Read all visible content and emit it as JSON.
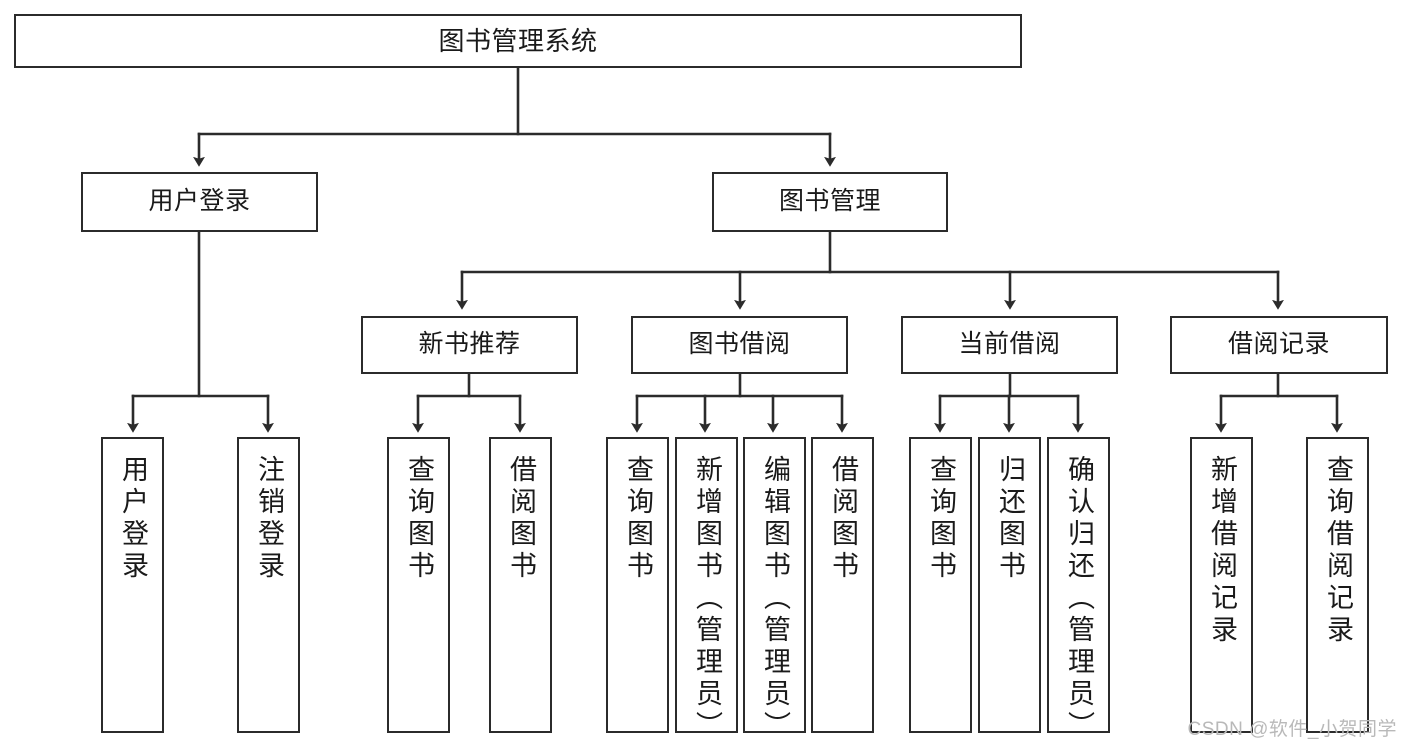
{
  "diagram": {
    "title": "图书管理系统",
    "type": "tree-hierarchy-diagram",
    "line_color": "#2b2b2b",
    "box_fill": "#ffffff",
    "text_color": "#1a1a1a",
    "watermark": "CSDN @软件_小贺同学",
    "nodes": {
      "root": {
        "label": "图书管理系统"
      },
      "level2": [
        {
          "label": "用户登录"
        },
        {
          "label": "图书管理"
        }
      ],
      "level3": [
        {
          "label": "新书推荐"
        },
        {
          "label": "图书借阅"
        },
        {
          "label": "当前借阅"
        },
        {
          "label": "借阅记录"
        }
      ],
      "leaves": {
        "user_login": [
          {
            "label": "用户登录"
          },
          {
            "label": "注销登录"
          }
        ],
        "new_book_recommend": [
          {
            "label": "查询图书"
          },
          {
            "label": "借阅图书"
          }
        ],
        "book_borrow": [
          {
            "label": "查询图书"
          },
          {
            "label": "新增图书（管理员）"
          },
          {
            "label": "编辑图书（管理员）"
          },
          {
            "label": "借阅图书"
          }
        ],
        "current_borrow": [
          {
            "label": "查询图书"
          },
          {
            "label": "归还图书"
          },
          {
            "label": "确认归还（管理员）"
          }
        ],
        "borrow_record": [
          {
            "label": "新增借阅记录"
          },
          {
            "label": "查询借阅记录"
          }
        ]
      }
    }
  }
}
